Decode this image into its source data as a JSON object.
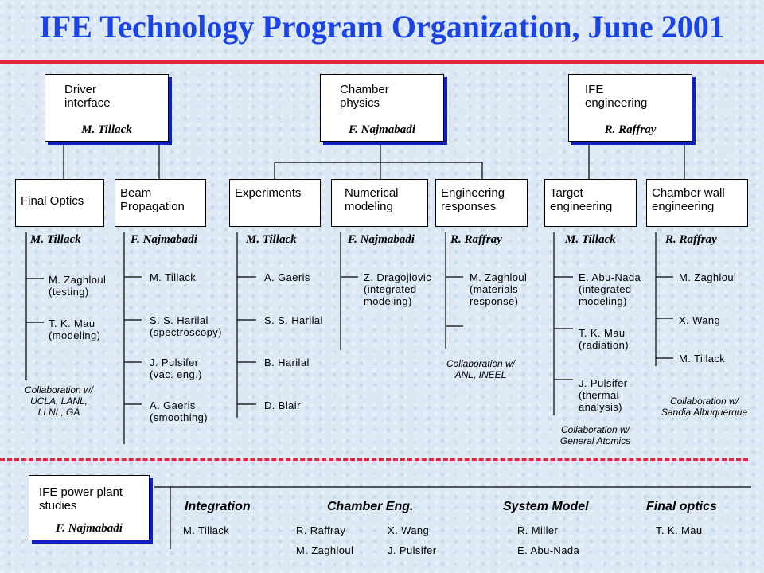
{
  "title": "IFE Technology Program Organization, June 2001",
  "top_boxes": [
    {
      "label": "Driver\ninterface",
      "lead": "M. Tillack"
    },
    {
      "label": "Chamber\nphysics",
      "lead": "F. Najmabadi"
    },
    {
      "label": "IFE\nengineering",
      "lead": "R. Raffray"
    }
  ],
  "tasks": [
    {
      "label": "Final Optics",
      "lead": "M. Tillack",
      "members": [
        "M. Zaghloul\n(testing)",
        "T. K. Mau\n(modeling)"
      ],
      "collab": "Collaboration w/\nUCLA, LANL,\nLLNL, GA"
    },
    {
      "label": "Beam\nPropagation",
      "lead": "F. Najmabadi",
      "members": [
        "M. Tillack",
        "S. S. Harilal\n(spectroscopy)",
        "J. Pulsifer\n(vac. eng.)",
        "A. Gaeris\n(smoothing)"
      ]
    },
    {
      "label": "Experiments",
      "lead": "M. Tillack",
      "members": [
        "A. Gaeris",
        "S. S. Harilal",
        "B. Harilal",
        "D. Blair"
      ]
    },
    {
      "label": "Numerical\nmodeling",
      "lead": "F. Najmabadi",
      "members": [
        "Z. Dragojlovic\n(integrated\nmodeling)"
      ]
    },
    {
      "label": "Engineering\nresponses",
      "lead": "R. Raffray",
      "members": [
        "M. Zaghloul\n(materials\nresponse)"
      ],
      "collab": "Collaboration w/\nANL, INEEL"
    },
    {
      "label": "Target\nengineering",
      "lead": "M. Tillack",
      "members": [
        "E. Abu-Nada\n(integrated\nmodeling)",
        "T. K. Mau\n(radiation)",
        "J. Pulsifer\n(thermal\nanalysis)"
      ],
      "collab": "Collaboration w/\nGeneral Atomics"
    },
    {
      "label": "Chamber wall\nengineering",
      "lead": "R. Raffray",
      "members": [
        "M. Zaghloul",
        "X. Wang",
        "M. Tillack"
      ],
      "collab": "Collaboration w/\nSandia Albuquerque"
    }
  ],
  "bottom": {
    "box_label": "IFE power plant\nstudies",
    "box_lead": "F. Najmabadi",
    "headers": [
      "Integration",
      "Chamber Eng.",
      "System Model",
      "Final optics"
    ],
    "names": [
      "M. Tillack",
      "R. Raffray",
      "X. Wang",
      "M. Zaghloul",
      "J. Pulsifer",
      "R. Miller",
      "E. Abu-Nada",
      "T. K. Mau"
    ]
  }
}
